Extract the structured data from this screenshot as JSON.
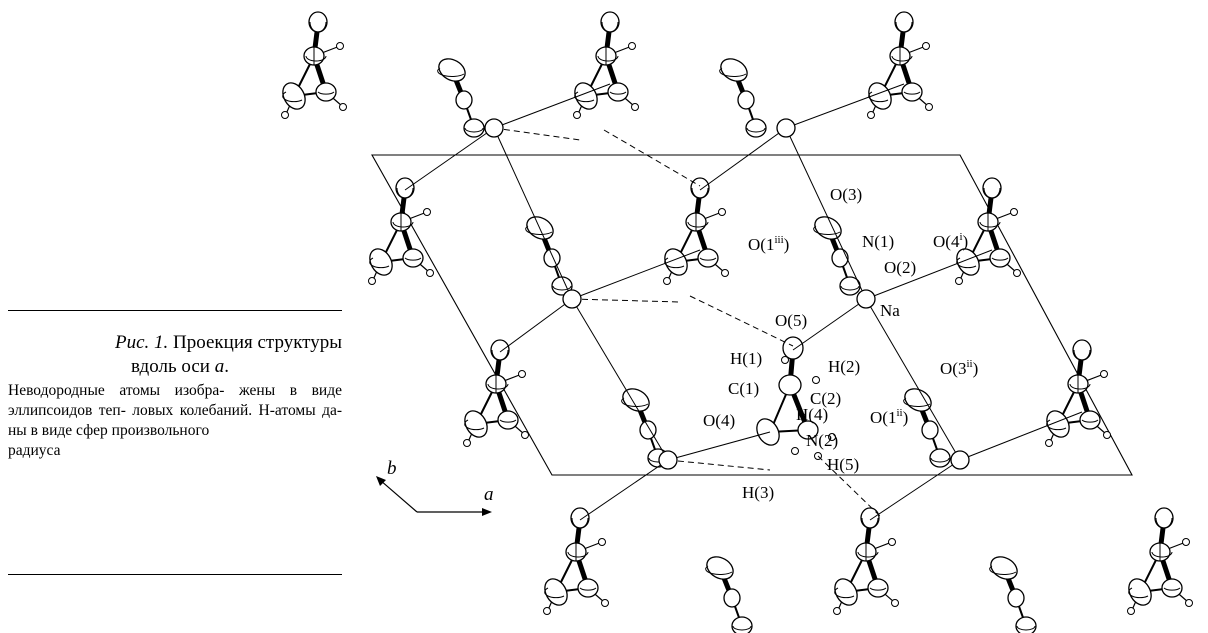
{
  "caption": {
    "label": "Рис. 1.",
    "title_line1": "Проекция структуры",
    "title_line2_prefix": "вдоль оси ",
    "title_axis": "a",
    "title_line2_suffix": ".",
    "body_lines": [
      "Неводородные атомы изобра-",
      "жены в виде эллипсоидов теп-",
      "ловых колебаний. Н-атомы да-",
      "ны в виде сфер произвольного",
      "радиуса"
    ]
  },
  "axes": {
    "a": "a",
    "b": "b"
  },
  "atom_labels": {
    "O3": "O(3)",
    "O1iii_base": "O(1",
    "O1iii_sup": "iii",
    "O1iii_close": ")",
    "N1": "N(1)",
    "O4i_base": "O(4",
    "O4i_sup": "i",
    "O4i_close": ")",
    "O2": "O(2)",
    "Na": "Na",
    "O5": "O(5)",
    "H1": "H(1)",
    "H2": "H(2)",
    "O3ii_base": "O(3",
    "O3ii_sup": "ii",
    "O3ii_close": ")",
    "C1": "C(1)",
    "C2": "C(2)",
    "H4": "H(4)",
    "O4": "O(4)",
    "N2": "N(2)",
    "O1ii_base": "O(1",
    "O1ii_sup": "ii",
    "O1ii_close": ")",
    "H5": "H(5)",
    "H3": "H(3)"
  }
}
